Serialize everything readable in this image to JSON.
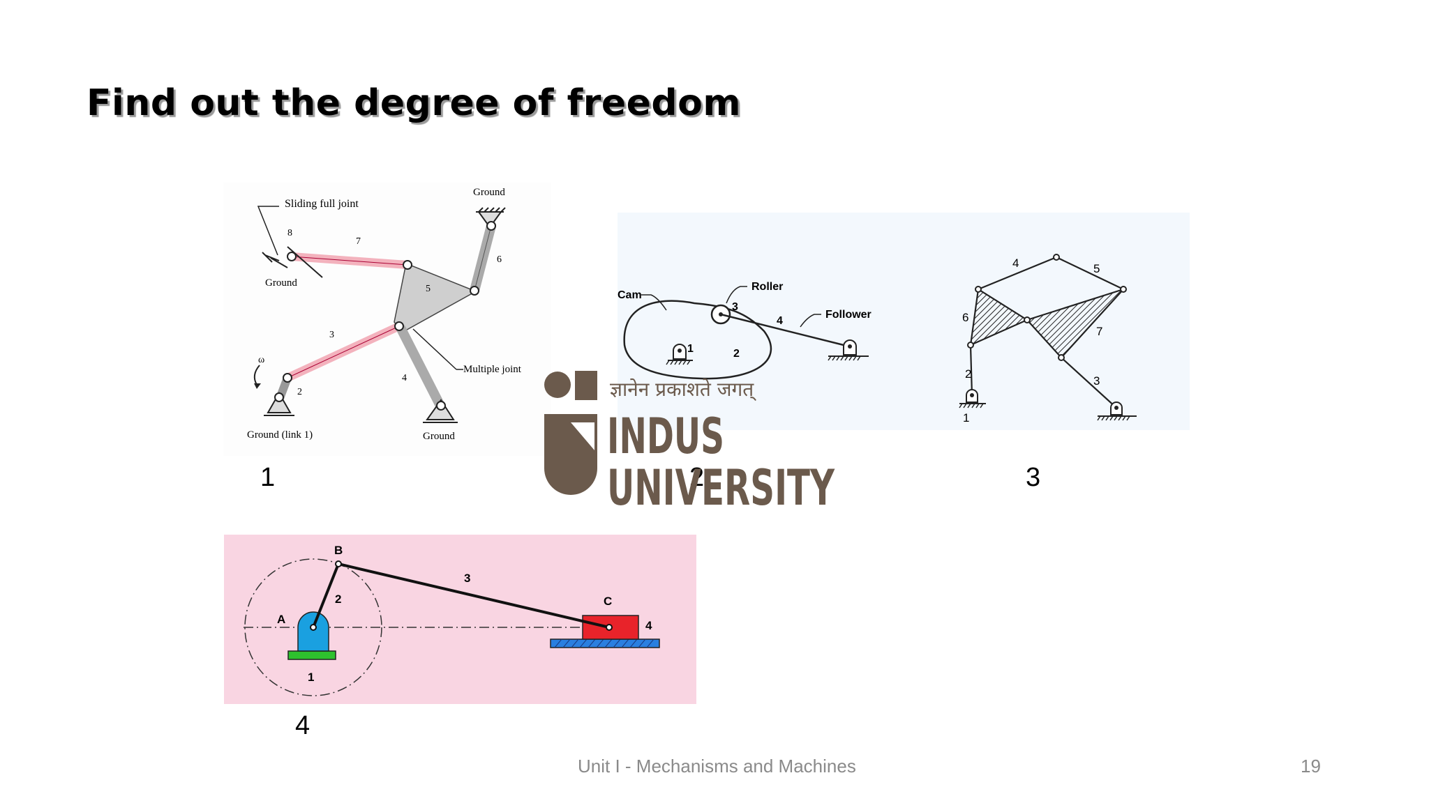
{
  "slide": {
    "title": "Find out the degree of freedom",
    "footer": "Unit I - Mechanisms and Machines",
    "page_number": "19"
  },
  "figure1": {
    "number": "1",
    "labels": {
      "sliding_full_joint": "Sliding full joint",
      "ground_top": "Ground",
      "ground_left": "Ground",
      "ground_link1": "Ground  (link 1)",
      "ground_bottom": "Ground",
      "multiple_joint": "Multiple joint",
      "omega": "ω",
      "n2": "2",
      "n3": "3",
      "n4": "4",
      "n5": "5",
      "n6": "6",
      "n7": "7",
      "n8": "8"
    }
  },
  "figure2": {
    "number": "2",
    "labels": {
      "cam": "Cam",
      "roller": "Roller",
      "follower": "Follower",
      "n1": "1",
      "n2": "2",
      "n3": "3",
      "n4": "4"
    }
  },
  "figure3": {
    "number": "3",
    "labels": {
      "n1": "1",
      "n2": "2",
      "n3": "3",
      "n4": "4",
      "n5": "5",
      "n6": "6",
      "n7": "7"
    }
  },
  "figure4": {
    "number": "4",
    "labels": {
      "A": "A",
      "B": "B",
      "C": "C",
      "n1": "1",
      "n2": "2",
      "n3": "3",
      "n4": "4"
    },
    "colors": {
      "background": "#f9d5e2",
      "pivot": "#1aa0e0",
      "base": "#2ec12e",
      "slider": "#e8232a",
      "guide": "#2a7fe0"
    }
  },
  "watermark": {
    "tagline": "ज्ञानेन प्रकाशते जगत्",
    "line1": "INDUS",
    "line2": "UNIVERSITY",
    "color": "#6b5a4c"
  }
}
